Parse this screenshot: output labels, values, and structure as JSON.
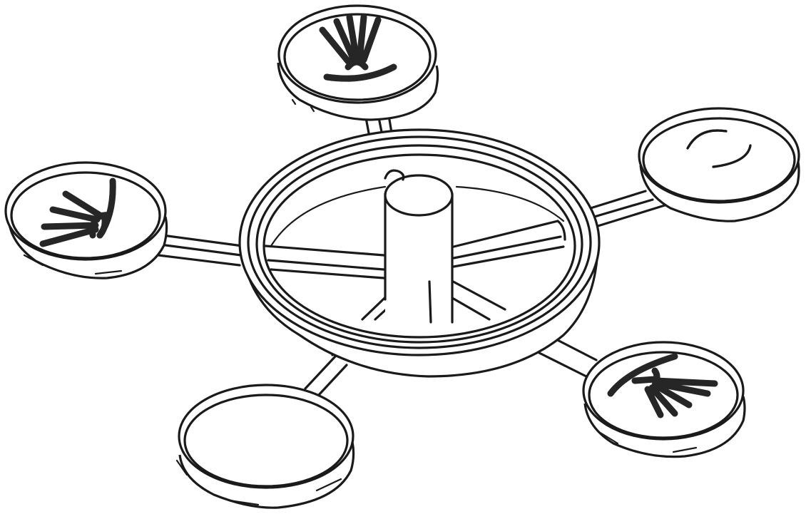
{
  "figure": {
    "description": "Isometric line drawing of a hub ring with a central post, connected by arms to five circular discs",
    "stroke_color": "#1a1a1a",
    "background": "#ffffff"
  },
  "hub": {
    "name": "central ring with post and spokes",
    "spokes": 4,
    "arms": 5
  },
  "discs": [
    {
      "position": "top",
      "symbol": "fan-of-five-lines-with-arc"
    },
    {
      "position": "right",
      "symbol": "two-curved-arcs"
    },
    {
      "position": "bottom-right",
      "symbol": "fan-of-five-lines-with-arc"
    },
    {
      "position": "bottom-left",
      "symbol": "blank"
    },
    {
      "position": "left",
      "symbol": "fan-of-four-lines-with-arc"
    }
  ]
}
